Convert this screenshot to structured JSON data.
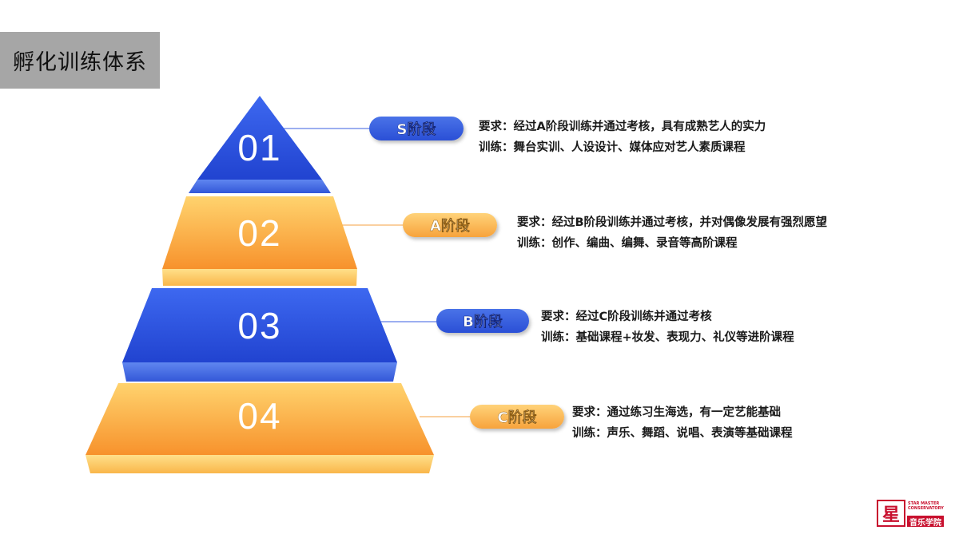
{
  "title": "孵化训练体系",
  "levels": [
    {
      "number": "01",
      "stage": "S阶段",
      "requirement": "要求：经过A阶段训练并通过考核，具有成熟艺人的实力",
      "training": "训练：舞台实训、人设设计、媒体应对艺人素质课程",
      "color": "#2d53e0"
    },
    {
      "number": "02",
      "stage": "A阶段",
      "requirement": "要求：经过B阶段训练并通过考核，并对偶像发展有强烈愿望",
      "training": "训练：创作、编曲、编舞、录音等高阶课程",
      "color": "#f9a73e"
    },
    {
      "number": "03",
      "stage": "B阶段",
      "requirement": "要求：经过C阶段训练并通过考核",
      "training": "训练：基础课程+妆发、表现力、礼仪等进阶课程",
      "color": "#2d53e0"
    },
    {
      "number": "04",
      "stage": "C阶段",
      "requirement": "要求：通过练习生海选，有一定艺能基础",
      "training": "训练：声乐、舞蹈、说唱、表演等基础课程",
      "color": "#f9a73e"
    }
  ],
  "logo": {
    "mark": "星",
    "english": "STAR MASTER CONSERVATORY",
    "chinese": "音乐学院",
    "color": "#c8102e"
  }
}
